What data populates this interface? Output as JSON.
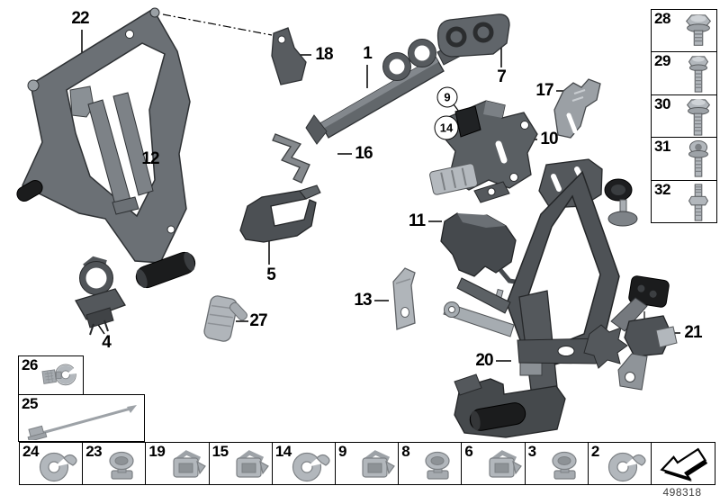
{
  "footer": {
    "doc_number": "498318"
  },
  "callouts": {
    "c1": "1",
    "c4": "4",
    "c5": "5",
    "c7": "7",
    "c9": "9",
    "c10": "10",
    "c11": "11",
    "c12": "12",
    "c13": "13",
    "c14": "14",
    "c16": "16",
    "c17": "17",
    "c18": "18",
    "c20": "20",
    "c21": "21",
    "c22": "22",
    "c27": "27"
  },
  "fastener_column": {
    "items": [
      {
        "label": "28",
        "icon": "hex-flange-bolt-icon"
      },
      {
        "label": "29",
        "icon": "hex-bolt-long-icon"
      },
      {
        "label": "30",
        "icon": "hex-flange-bolt-long-icon"
      },
      {
        "label": "31",
        "icon": "torx-pan-screw-icon"
      },
      {
        "label": "32",
        "icon": "double-stud-icon"
      }
    ]
  },
  "holder_boxes": {
    "box26": {
      "label": "26",
      "icon": "pipe-clip-icon"
    },
    "box25": {
      "label": "25",
      "icon": "cable-tie-icon"
    }
  },
  "clip_row": {
    "arrow_icon": "back-arrow-icon",
    "items": [
      {
        "label": "24",
        "icon": "c-clip-icon"
      },
      {
        "label": "23",
        "icon": "barrel-clip-icon"
      },
      {
        "label": "19",
        "icon": "cage-clip-icon"
      },
      {
        "label": "15",
        "icon": "cage-clip-icon"
      },
      {
        "label": "14",
        "icon": "c-clip-icon"
      },
      {
        "label": "9",
        "icon": "cage-clip-icon"
      },
      {
        "label": "8",
        "icon": "barrel-clip-icon"
      },
      {
        "label": "6",
        "icon": "cage-clip-icon"
      },
      {
        "label": "3",
        "icon": "barrel-clip-icon"
      },
      {
        "label": "2",
        "icon": "c-clip-icon"
      }
    ]
  },
  "colors": {
    "part_dark": "#4e5256",
    "part_mid": "#6b7075",
    "part_light": "#9ba0a5",
    "part_silver": "#b2b7bc",
    "part_black": "#1b1c1d",
    "line": "#000000",
    "background": "#ffffff"
  }
}
